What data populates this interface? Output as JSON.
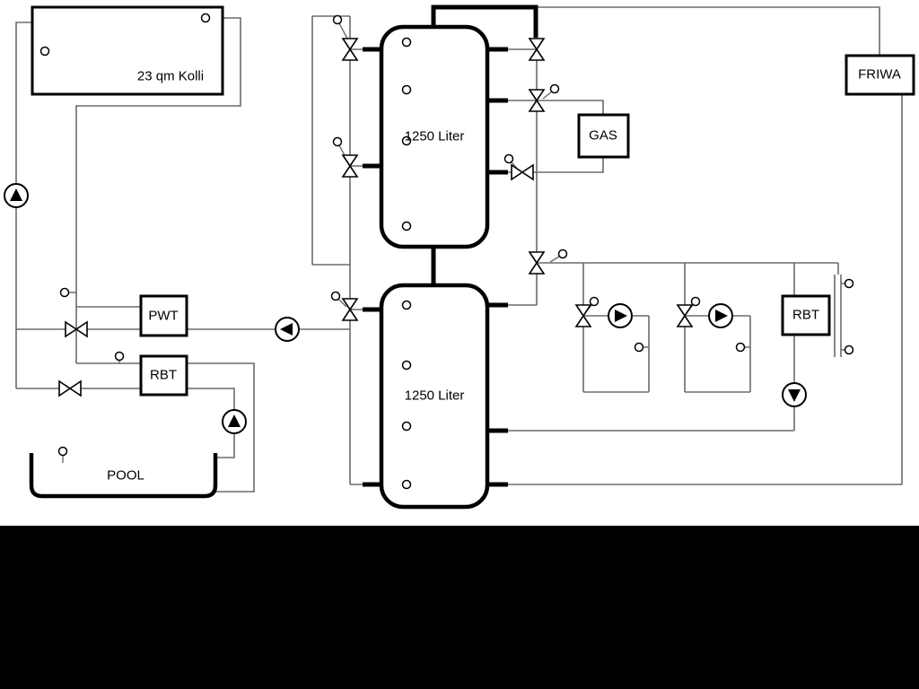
{
  "diagram": {
    "labels": {
      "collector": "23 qm Kolli",
      "tank_top": "1250 Liter",
      "tank_bottom": "1250 Liter",
      "pwt": "PWT",
      "rbt_left": "RBT",
      "rbt_right": "RBT",
      "gas": "GAS",
      "friwa": "FRIWA",
      "pool": "POOL"
    },
    "colors": {
      "pipe": "#6b6b6b",
      "outline": "#000000",
      "background": "#ffffff",
      "footer": "#000000"
    }
  }
}
